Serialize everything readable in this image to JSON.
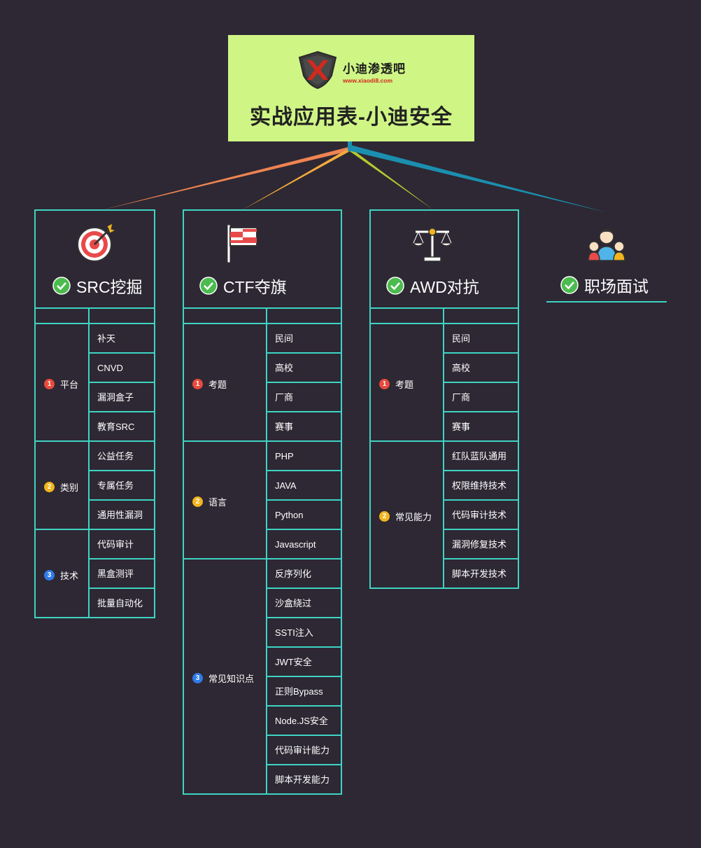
{
  "root": {
    "title": "实战应用表-小迪安全",
    "logo_text": "小迪渗透吧",
    "logo_url": "www.xiaodi8.com"
  },
  "branches": [
    {
      "title": "SRC挖掘",
      "icon": "target-icon",
      "groups": [
        {
          "num": "1",
          "label": "平台",
          "items": [
            "补天",
            "CNVD",
            "漏洞盒子",
            "教育SRC"
          ]
        },
        {
          "num": "2",
          "label": "类别",
          "items": [
            "公益任务",
            "专属任务",
            "通用性漏洞"
          ]
        },
        {
          "num": "3",
          "label": "技术",
          "items": [
            "代码审计",
            "黑盒测评",
            "批量自动化"
          ]
        }
      ]
    },
    {
      "title": "CTF夺旗",
      "icon": "flag-icon",
      "groups": [
        {
          "num": "1",
          "label": "考题",
          "items": [
            "民间",
            "高校",
            "厂商",
            "赛事"
          ]
        },
        {
          "num": "2",
          "label": "语言",
          "items": [
            "PHP",
            "JAVA",
            "Python",
            "Javascript"
          ]
        },
        {
          "num": "3",
          "label": "常见知识点",
          "items": [
            "反序列化",
            "沙盒绕过",
            "SSTI注入",
            "JWT安全",
            "正则Bypass",
            "Node.JS安全",
            "代码审计能力",
            "脚本开发能力"
          ]
        }
      ]
    },
    {
      "title": "AWD对抗",
      "icon": "scales-icon",
      "groups": [
        {
          "num": "1",
          "label": "考题",
          "items": [
            "民间",
            "高校",
            "厂商",
            "赛事"
          ]
        },
        {
          "num": "2",
          "label": "常见能力",
          "items": [
            "红队蓝队通用",
            "权限维持技术",
            "代码审计技术",
            "漏洞修复技术",
            "脚本开发技术"
          ]
        }
      ]
    },
    {
      "title": "职场面试",
      "icon": "people-icon",
      "groups": []
    }
  ],
  "colors": {
    "background": "#2d2833",
    "root_fill": "#cff585",
    "border": "#3fd3c4",
    "num1": "#e84a3c",
    "num2": "#f2b51e",
    "num3": "#2f7be8",
    "check": "#4cbb4f"
  }
}
